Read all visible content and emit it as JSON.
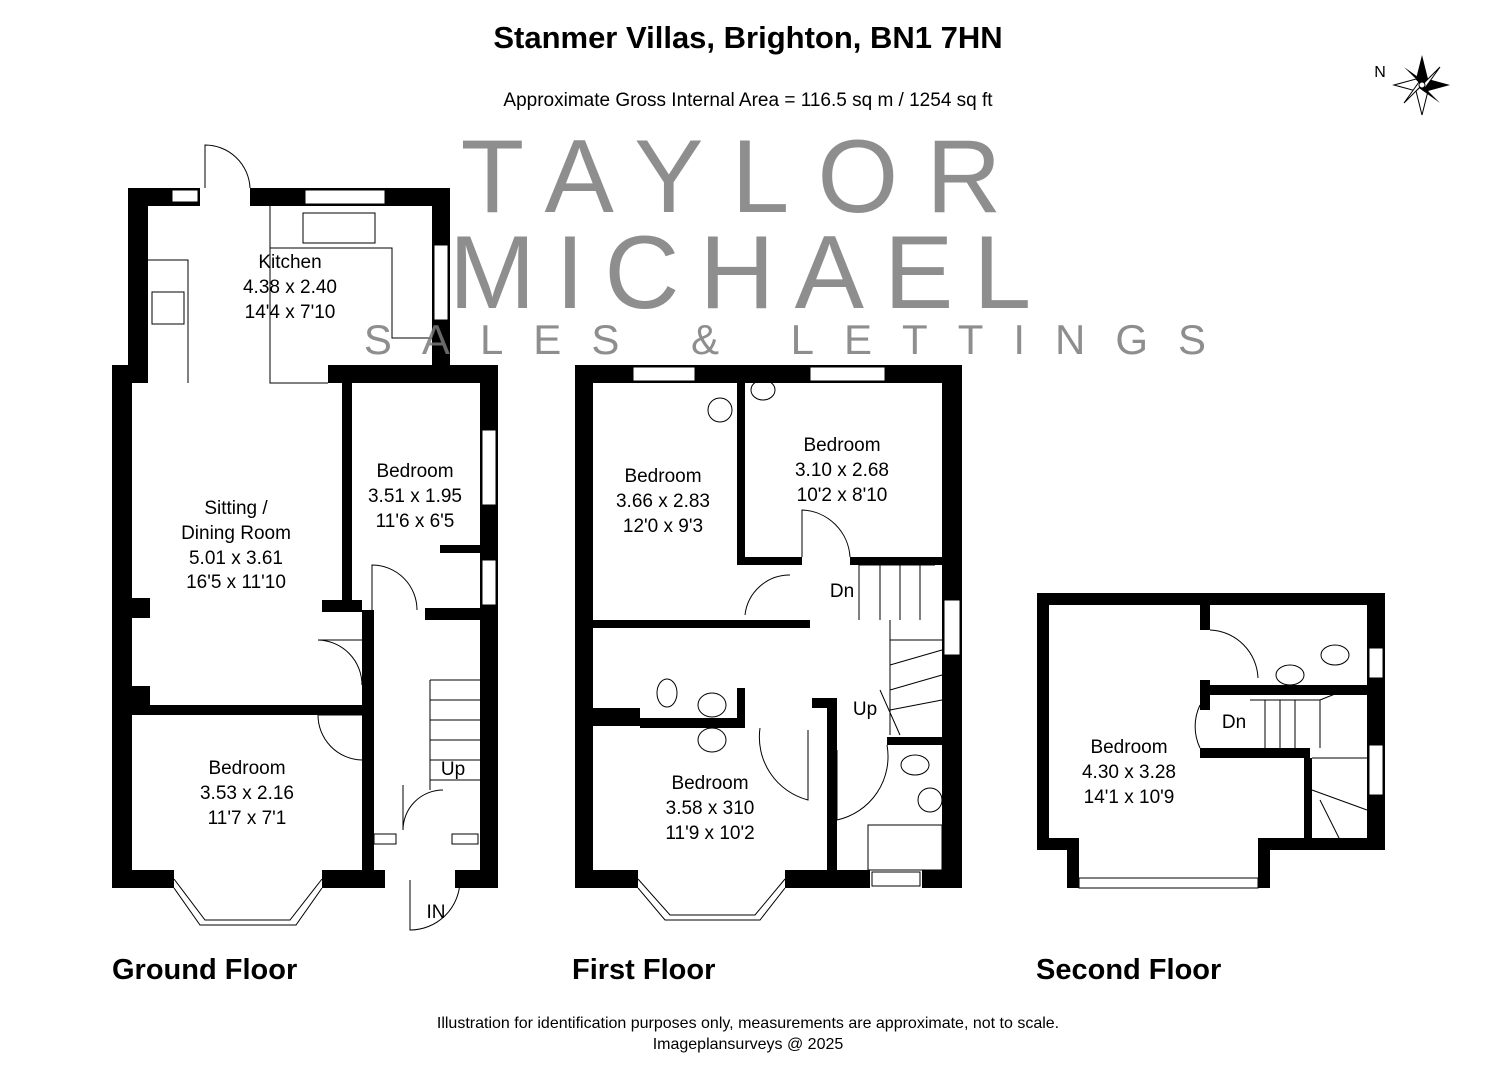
{
  "header": {
    "title": "Stanmer Villas, Brighton, BN1 7HN",
    "subtitle": "Approximate Gross Internal Area = 116.5 sq m / 1254 sq ft"
  },
  "compass": {
    "label": "N",
    "icon": "compass-rose-icon"
  },
  "floors": {
    "ground": {
      "label": "Ground Floor",
      "rooms": [
        {
          "name": "Kitchen",
          "metric": "4.38 x 2.40",
          "imperial": "14'4 x 7'10"
        },
        {
          "name": "Sitting /",
          "name2": "Dining Room",
          "metric": "5.01 x 3.61",
          "imperial": "16'5 x 11'10"
        },
        {
          "name": "Bedroom",
          "metric": "3.51 x 1.95",
          "imperial": "11'6 x 6'5"
        },
        {
          "name": "Bedroom",
          "metric": "3.53 x 2.16",
          "imperial": "11'7 x 7'1"
        }
      ],
      "stairs": "Up",
      "entrance": "IN"
    },
    "first": {
      "label": "First Floor",
      "rooms": [
        {
          "name": "Bedroom",
          "metric": "3.66 x 2.83",
          "imperial": "12'0 x 9'3"
        },
        {
          "name": "Bedroom",
          "metric": "3.10 x 2.68",
          "imperial": "10'2 x 8'10"
        },
        {
          "name": "Bedroom",
          "metric": "3.58 x 310",
          "imperial": "11'9 x 10'2"
        }
      ],
      "stairs_down": "Dn",
      "stairs_up": "Up"
    },
    "second": {
      "label": "Second Floor",
      "rooms": [
        {
          "name": "Bedroom",
          "metric": "4.30 x 3.28",
          "imperial": "14'1 x 10'9"
        }
      ],
      "stairs_down": "Dn"
    }
  },
  "watermark": {
    "line1": "TAYLOR",
    "line2": "MICHAEL",
    "line3": "SALES & LETTINGS"
  },
  "footer": {
    "disclaimer": "Illustration for identification purposes only, measurements are approximate, not to scale.",
    "credit": "Imageplansurveys @ 2025"
  }
}
